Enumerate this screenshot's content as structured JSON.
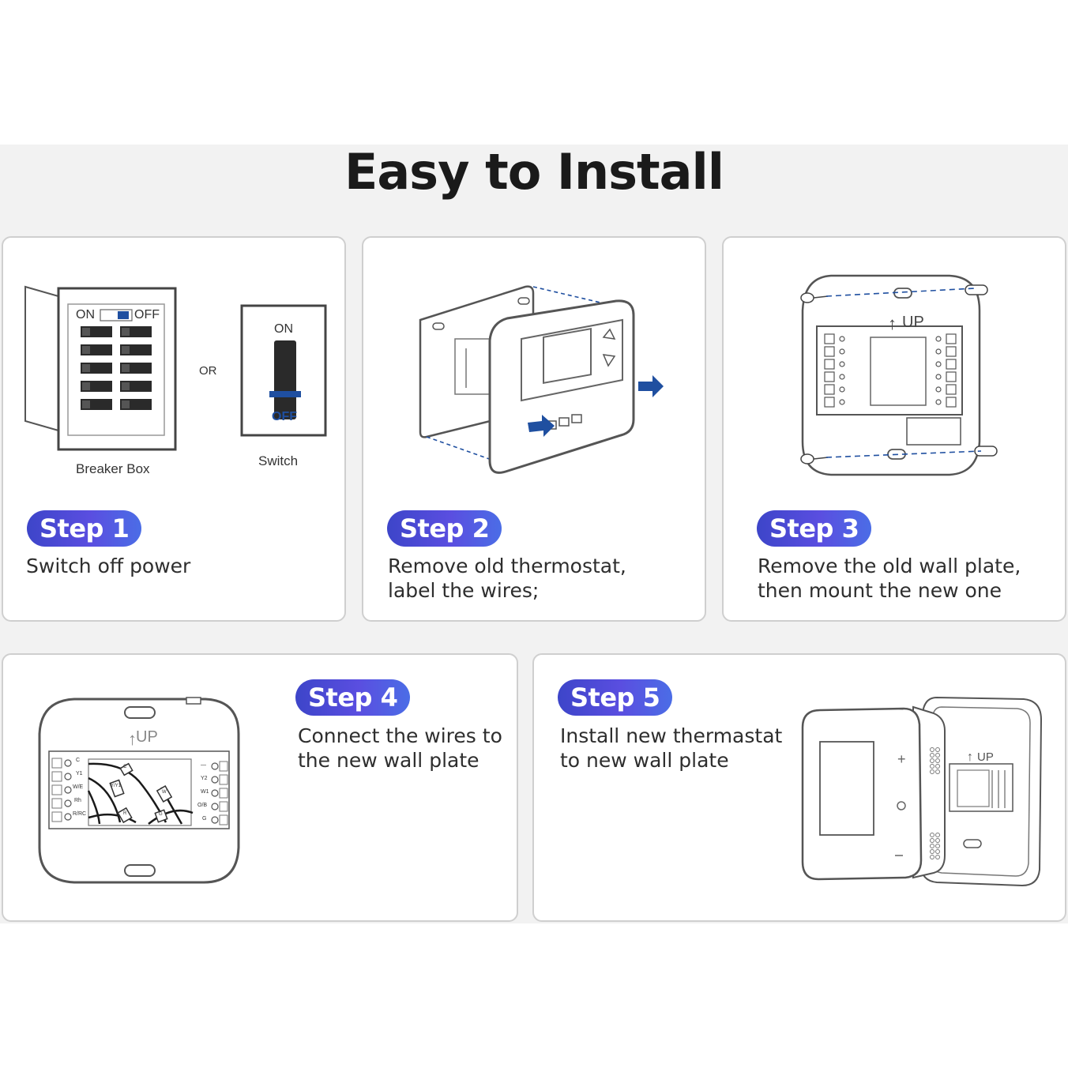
{
  "title": "Easy to Install",
  "steps": [
    {
      "badge": "Step 1",
      "line1": "Switch off power",
      "line2": ""
    },
    {
      "badge": "Step 2",
      "line1": "Remove old thermostat,",
      "line2": "label the wires;"
    },
    {
      "badge": "Step 3",
      "line1": "Remove the old wall plate,",
      "line2": "then mount the new one"
    },
    {
      "badge": "Step 4",
      "line1": "Connect the wires to",
      "line2": "the new wall plate"
    },
    {
      "badge": "Step 5",
      "line1": "Install new thermastat",
      "line2": "to new wall plate"
    }
  ],
  "step1_illustration": {
    "breaker_on": "ON",
    "breaker_off": "OFF",
    "breaker_caption": "Breaker Box",
    "or": "OR",
    "switch_on": "ON",
    "switch_off": "OFF",
    "switch_caption": "Switch"
  },
  "plate_up_label": "UP",
  "terminals_left": [
    "C",
    "Y1",
    "W/E",
    "Rh",
    "R/RC"
  ],
  "terminals_right": [
    "—",
    "Y2",
    "W1",
    "O/B",
    "G"
  ],
  "wire_tags": [
    "C",
    "Y/Y1",
    "W",
    "R",
    "G"
  ],
  "colors": {
    "badge_start": "#3d45c9",
    "badge_end": "#4b6de6",
    "arrow": "#1f4fa0",
    "line": "#555555",
    "band": "#f2f2f2"
  }
}
